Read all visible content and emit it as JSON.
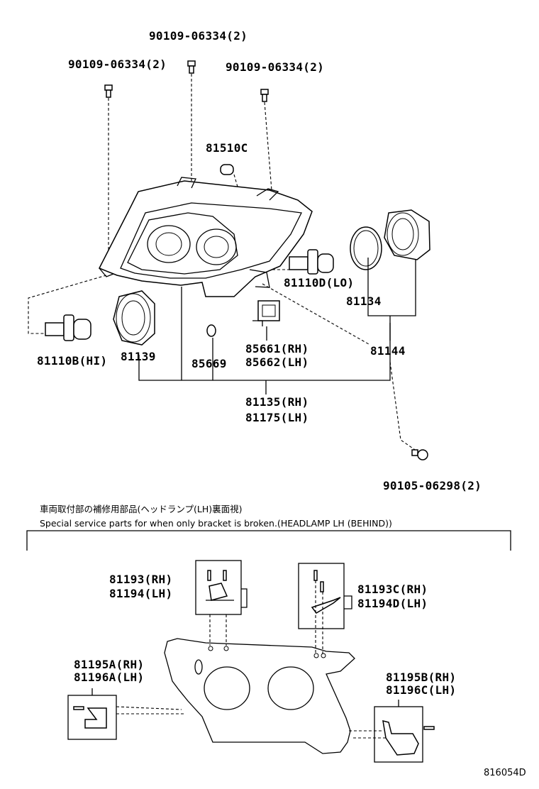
{
  "labels": {
    "bolt_top": "90109-06334(2)",
    "bolt_left": "90109-06334(2)",
    "bolt_right": "90109-06334(2)",
    "bulb_small": "81510C",
    "bulb_lo": "81110D(LO)",
    "ring": "81134",
    "bulb_hi": "81110B(HI)",
    "cover_hi": "81139",
    "sensor_rh": "85661(RH)",
    "sensor_lh": "85662(LH)",
    "gasket": "85669",
    "cover_lo": "81144",
    "assy_rh": "81135(RH)",
    "assy_lh": "81175(LH)",
    "screw": "90105-06298(2)",
    "bracket_a_rh": "81193(RH)",
    "bracket_a_lh": "81194(LH)",
    "bracket_b_rh": "81193C(RH)",
    "bracket_b_lh": "81194D(LH)",
    "bracket_c_rh": "81195A(RH)",
    "bracket_c_lh": "81196A(LH)",
    "bracket_d_rh": "81195B(RH)",
    "bracket_d_lh": "81196C(LH)",
    "figure_id": "816054D"
  },
  "notes": {
    "japanese": "車両取付部の補修用部品(ヘッドランプ(LH)裏面視)",
    "english": "Special service parts for when only bracket is broken.(HEADLAMP LH (BEHIND))"
  }
}
